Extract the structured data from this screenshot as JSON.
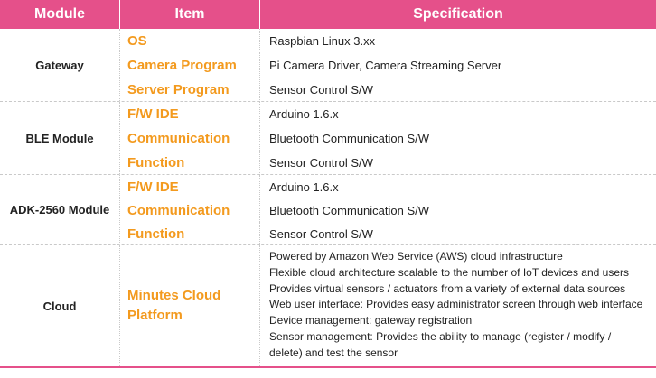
{
  "header": {
    "module": "Module",
    "item": "Item",
    "specification": "Specification"
  },
  "groups": [
    {
      "module": "Gateway",
      "rows": [
        {
          "item": "OS",
          "spec": "Raspbian Linux 3.xx"
        },
        {
          "item": "Camera Program",
          "spec": "Pi Camera Driver, Camera Streaming Server"
        },
        {
          "item": "Server Program",
          "spec": "Sensor Control S/W"
        }
      ]
    },
    {
      "module": "BLE Module",
      "rows": [
        {
          "item": "F/W IDE",
          "spec": "Arduino 1.6.x"
        },
        {
          "item": "Communication",
          "spec": "Bluetooth Communication S/W"
        },
        {
          "item": "Function",
          "spec": "Sensor Control S/W"
        }
      ]
    },
    {
      "module": "ADK-2560 Module",
      "rows": [
        {
          "item": "F/W IDE",
          "spec": "Arduino 1.6.x"
        },
        {
          "item": "Communication",
          "spec": "Bluetooth Communication S/W"
        },
        {
          "item": "Function",
          "spec": "Sensor Control S/W"
        }
      ]
    }
  ],
  "cloud": {
    "module": "Cloud",
    "item_line1": "Minutes Cloud",
    "item_line2": "Platform",
    "spec_lines": [
      "Powered by Amazon Web Service (AWS) cloud infrastructure",
      "Flexible cloud architecture scalable to the number of IoT devices and users",
      "Provides virtual sensors / actuators from a variety of external data sources",
      "Web user interface: Provides easy administrator screen through web interface",
      "Device management: gateway registration",
      "Sensor management: Provides the ability to manage (register / modify /",
      "delete) and test the sensor"
    ]
  },
  "colors": {
    "header_bg": "#e5508a",
    "item_text": "#f39a1e",
    "body_text": "#222222"
  }
}
